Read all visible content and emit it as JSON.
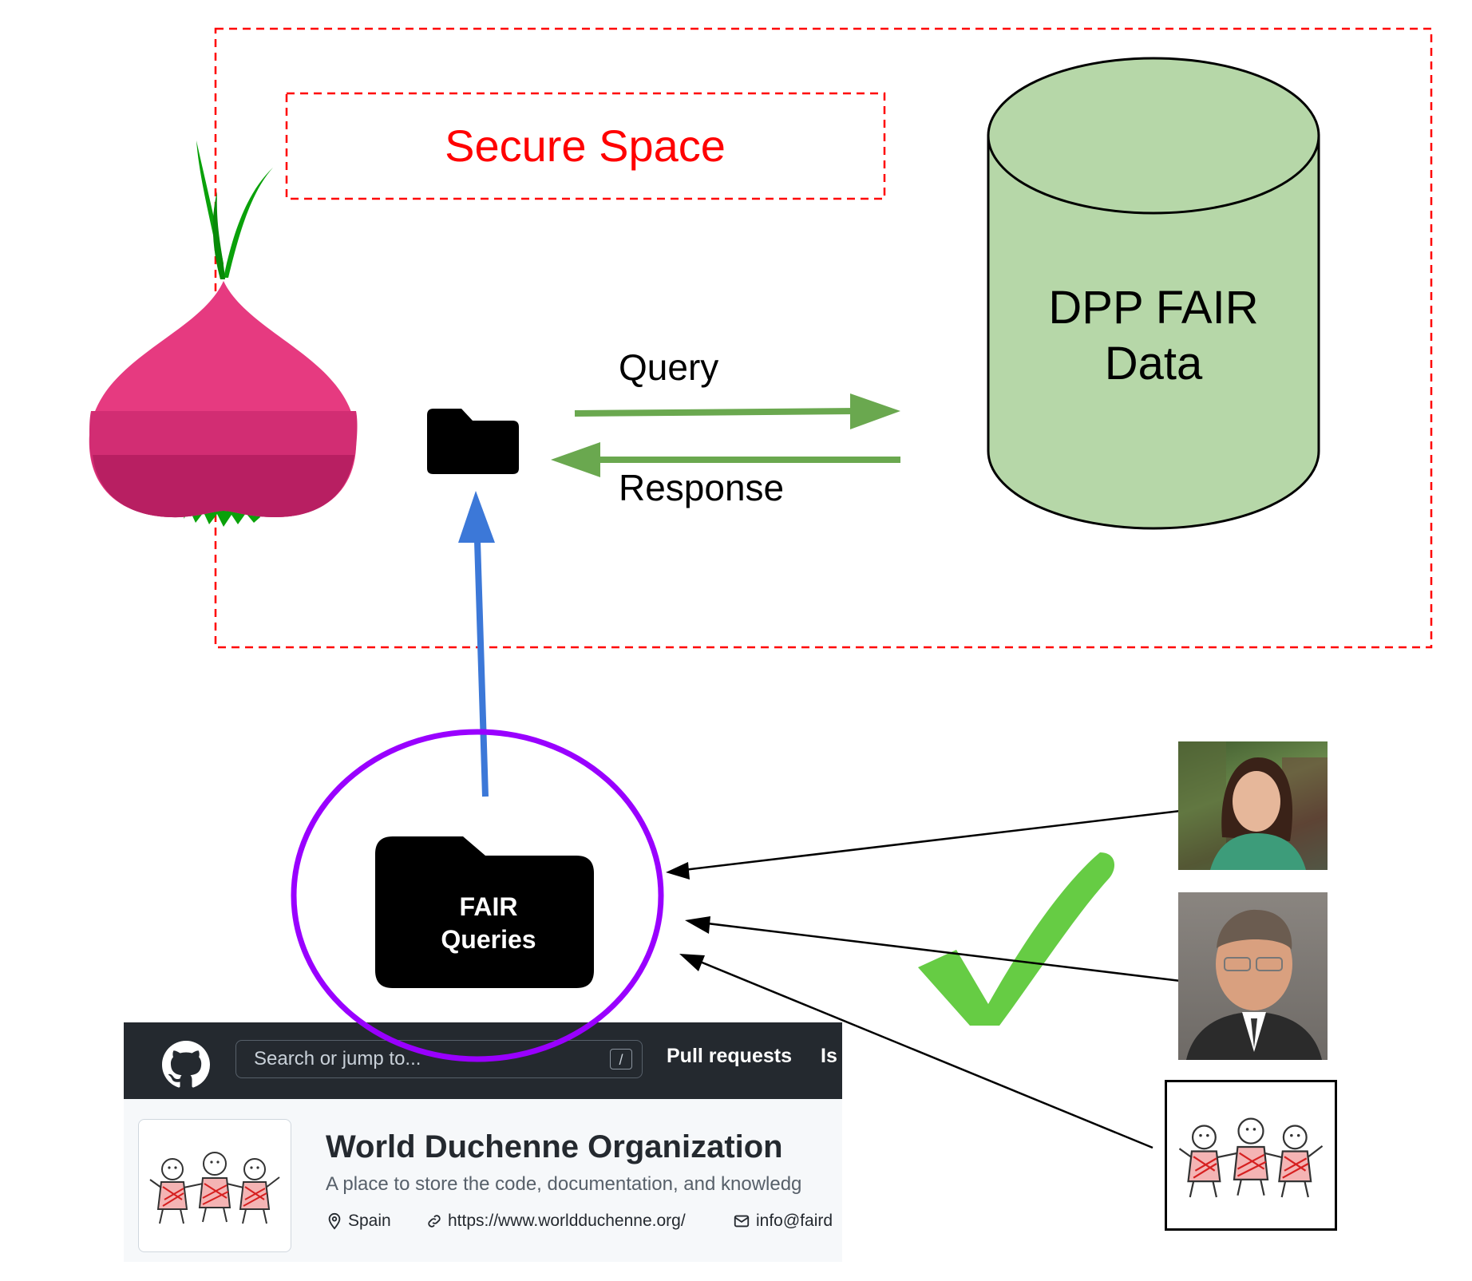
{
  "diagram": {
    "secure_space_label": "Secure Space",
    "database_label_line1": "DPP FAIR",
    "database_label_line2": "Data",
    "query_label": "Query",
    "response_label": "Response",
    "fair_queries_line1": "FAIR",
    "fair_queries_line2": "Queries"
  },
  "github": {
    "search_placeholder": "Search or jump to...",
    "search_shortcut": "/",
    "nav_pull_requests": "Pull requests",
    "nav_issues": "Is",
    "org_name": "World Duchenne Organization",
    "org_description": "A place to store the code, documentation, and knowledg",
    "location": "Spain",
    "website": "https://www.worldduchenne.org/",
    "email": "info@faird"
  },
  "colors": {
    "secure_red": "#ff0000",
    "database_fill": "#b6d7a8",
    "flow_green": "#6aa84f",
    "blue_arrow": "#3c78d8",
    "purple_ring": "#9900ff",
    "check_green": "#66cc44",
    "onion_pink": "#e8387f"
  }
}
